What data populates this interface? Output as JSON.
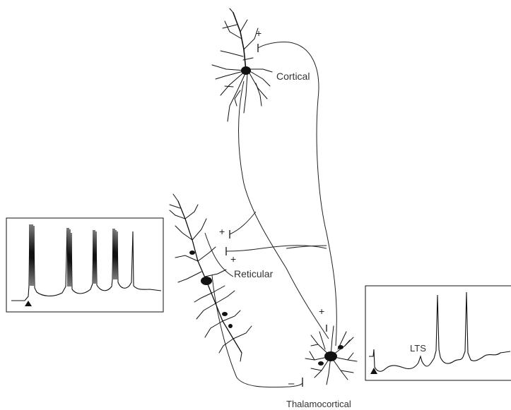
{
  "labels": {
    "cortical": "Cortical",
    "reticular": "Reticular",
    "thalamocortical": "Thalamocortical",
    "lts": "LTS"
  },
  "synapse_signs": {
    "cortical_input": "+",
    "reticular_upper": "+",
    "reticular_lower": "+",
    "thalamocortical_input": "+",
    "inhibitory": "–"
  },
  "colors": {
    "ink": "#111111",
    "label": "#333333",
    "background": "#ffffff"
  }
}
